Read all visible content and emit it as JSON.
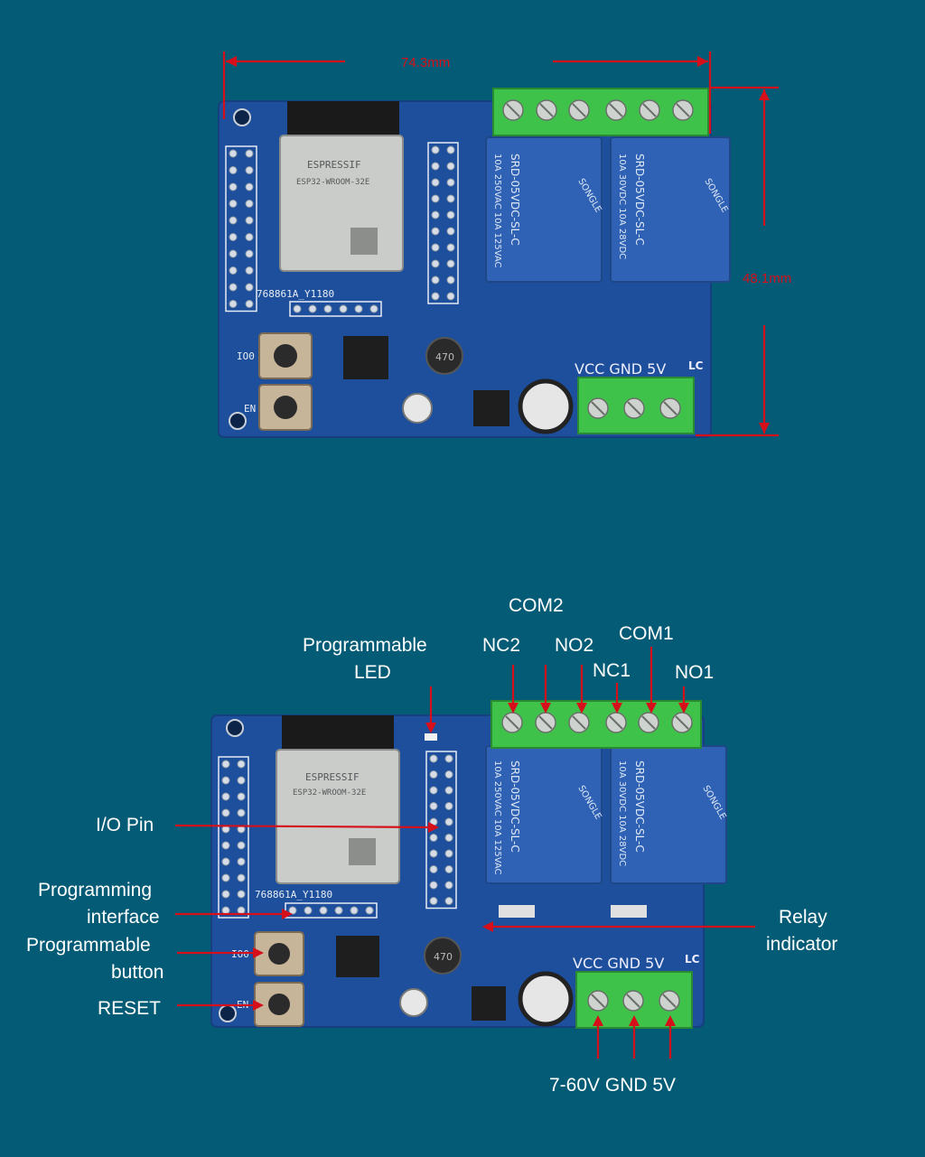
{
  "dimensions": {
    "width": "74.3mm",
    "height": "48.1mm"
  },
  "board": {
    "module_brand": "ESPRESSIF",
    "module_model": "ESP32-WROOM-32E",
    "board_code": "768861A_Y1180",
    "power_terminal_label": "VCC GND 5V",
    "corner_mark": "LC",
    "relay_brand": "SONGLE",
    "relay_model": "SRD-05VDC-SL-C",
    "relay_rating_1": "10A 250VAC  10A 125VAC",
    "relay_rating_2": "10A 30VDC  10A 28VDC",
    "inductor_marking": "470",
    "button_labels": [
      "IO0",
      "EN"
    ]
  },
  "labels": {
    "com2": "COM2",
    "nc2": "NC2",
    "no2": "NO2",
    "com1": "COM1",
    "nc1": "NC1",
    "no1": "NO1",
    "programmable_led_1": "Programmable",
    "programmable_led_2": "LED",
    "io_pin": "I/O Pin",
    "programming_interface_1": "Programming",
    "programming_interface_2": "interface",
    "programmable_button_1": "Programmable",
    "programmable_button_2": "button",
    "reset": "RESET",
    "relay_indicator_1": "Relay",
    "relay_indicator_2": "indicator",
    "power_inputs": "7-60V GND 5V"
  },
  "colors": {
    "background": "#035b76",
    "pcb": "#1d4f9c",
    "terminal": "#3fc24a",
    "relay": "#2f62b4",
    "annotation": "#d6101a"
  }
}
